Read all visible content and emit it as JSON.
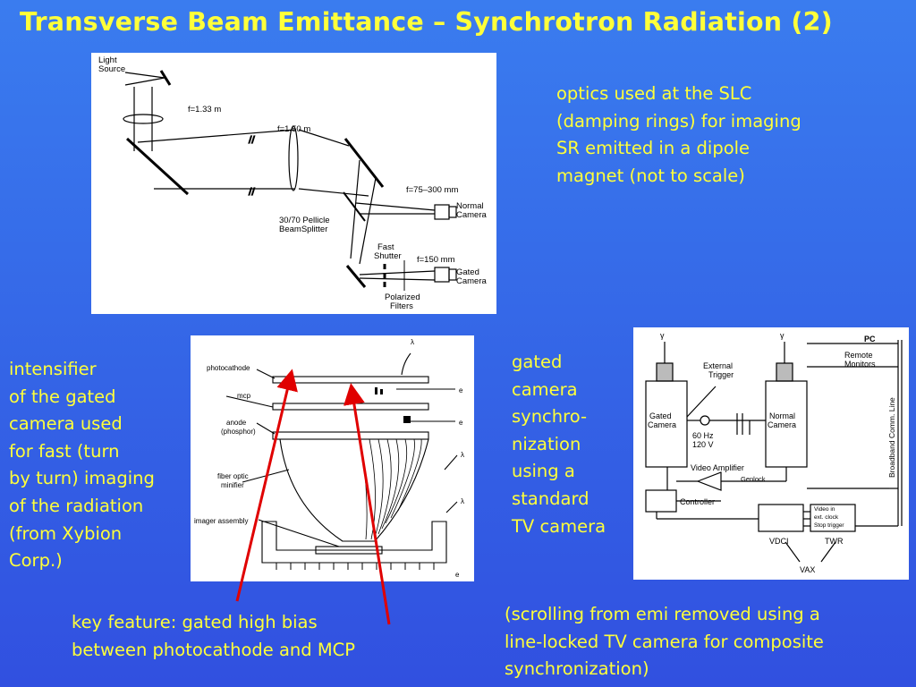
{
  "slide": {
    "title": "Transverse Beam Emittance – Synchrotron Radiation (2)",
    "caption_optics": "optics used at the SLC\n(damping rings) for imaging\nSR emitted in a dipole\nmagnet (not to scale)",
    "caption_intensifier": "intensifier\nof the gated\ncamera used\nfor fast (turn\nby turn) imaging\nof the radiation\n(from Xybion\nCorp.)",
    "caption_gated": "gated\ncamera\nsynchro-\nnization\nusing a\nstandard\nTV camera",
    "caption_key": "key feature: gated high bias\nbetween photocathode and MCP",
    "caption_scroll": "(scrolling from emi removed using a\nline-locked TV camera for composite\nsynchronization)"
  },
  "optics_diagram": {
    "light_source": "Light\nSource",
    "f1": "f=1.33 m",
    "f2": "f=1.50 m",
    "f3": "f=75–300 mm",
    "beamsplitter": "30/70 Pellicle\nBeamSplitter",
    "normal_camera": "Normal\nCamera",
    "fast_shutter": "Fast\nShutter",
    "f4": "f=150 mm",
    "gated_camera": "Gated\nCamera",
    "polarized_filters": "Polarized\nFilters"
  },
  "intensifier_diagram": {
    "photocathode": "photocathode",
    "mcp": "mcp",
    "anode": "anode\n(phosphor)",
    "fiber_optic": "fiber optic\nminifier",
    "imager": "imager assembly",
    "lambda": "λ",
    "e": "e"
  },
  "sync_diagram": {
    "pc": "PC",
    "remote": "Remote\nMonitors",
    "ext_trigger": "External\nTrigger",
    "gated_camera": "Gated\nCamera",
    "normal_camera": "Normal\nCamera",
    "hz": "60 Hz\n120 V",
    "video_amp": "Video Amplifier",
    "genlock": "Genlock",
    "controller": "Controller",
    "broadband": "Broadband Comm. Line",
    "video_in": "Video in\next. clock\nStop trigger",
    "vdci": "VDCI",
    "twr": "TWR",
    "vax": "VAX",
    "gamma": "γ"
  }
}
